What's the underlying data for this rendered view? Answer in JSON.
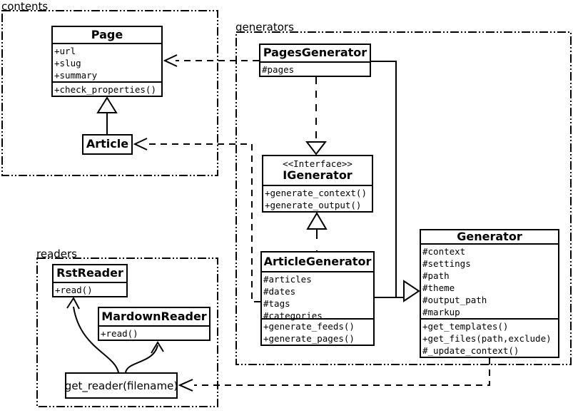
{
  "packages": {
    "contents": {
      "label": "contents"
    },
    "generators": {
      "label": "generators"
    },
    "readers": {
      "label": "readers"
    }
  },
  "classes": {
    "page": {
      "name": "Page",
      "attributes": [
        "+url",
        "+slug",
        "+summary"
      ],
      "methods": [
        "+check_properties()"
      ]
    },
    "article": {
      "name": "Article"
    },
    "pages_generator": {
      "name": "PagesGenerator",
      "attributes": [
        "#pages"
      ]
    },
    "igenerator": {
      "stereotype": "<<Interface>>",
      "name": "IGenerator",
      "methods": [
        "+generate_context()",
        "+generate_output()"
      ]
    },
    "article_generator": {
      "name": "ArticleGenerator",
      "attributes": [
        "#articles",
        "#dates",
        "#tags",
        "#categories"
      ],
      "methods": [
        "+generate_feeds()",
        "+generate_pages()"
      ]
    },
    "generator": {
      "name": "Generator",
      "attributes": [
        "#context",
        "#settings",
        "#path",
        "#theme",
        "#output_path",
        "#markup"
      ],
      "methods": [
        "+get_templates()",
        "+get_files(path,exclude)",
        "#_update_context()"
      ]
    },
    "rst_reader": {
      "name": "RstReader",
      "methods": [
        "+read()"
      ]
    },
    "markdown_reader": {
      "name": "MardownReader",
      "methods": [
        "+read()"
      ]
    },
    "get_reader": {
      "name": "get_reader(filename)"
    }
  },
  "colors": {
    "line": "#000000",
    "background": "#ffffff"
  }
}
